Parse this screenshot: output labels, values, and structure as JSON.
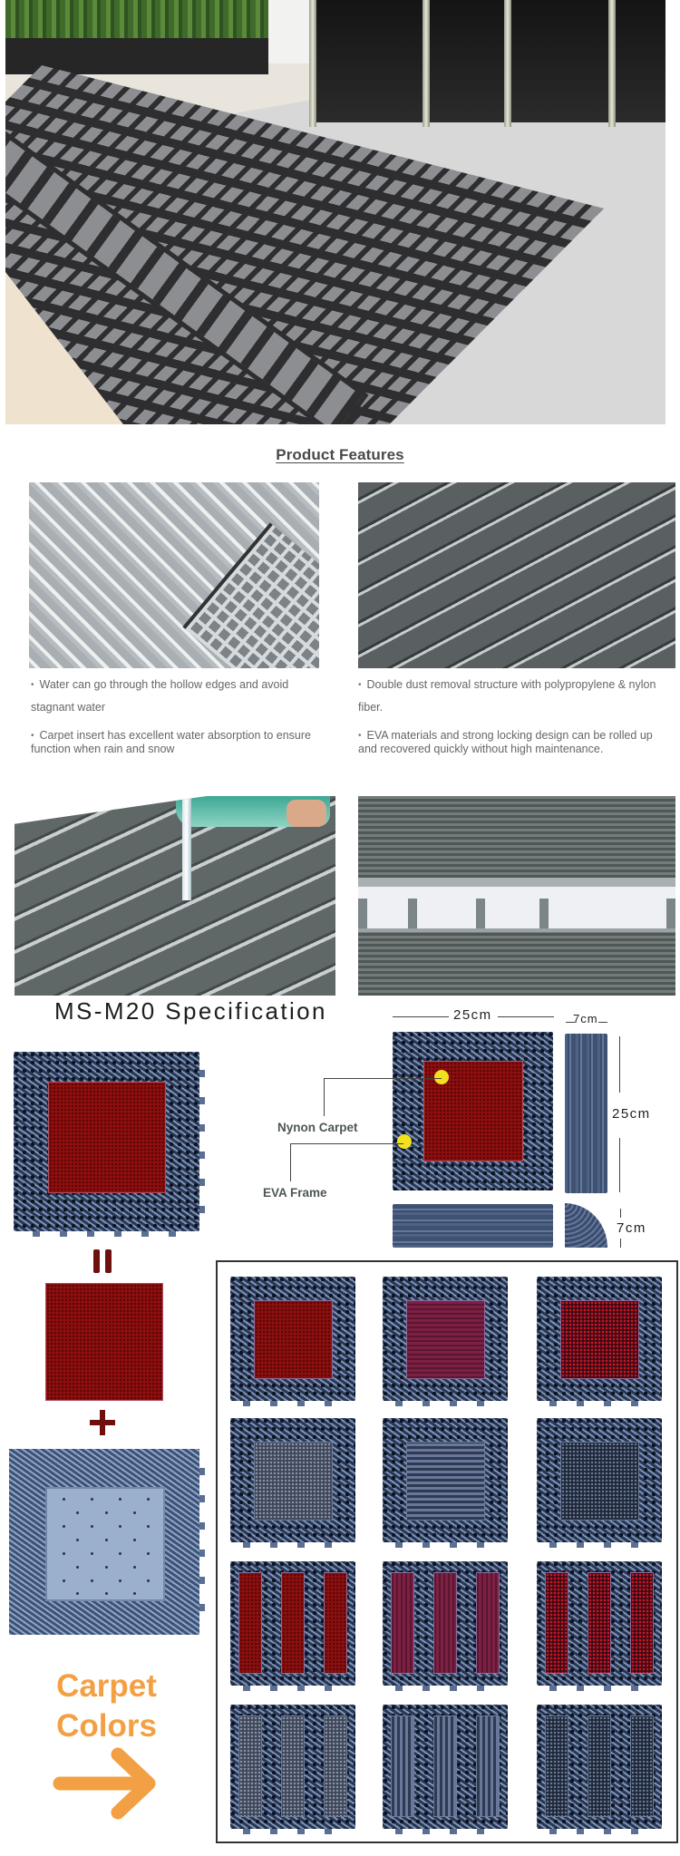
{
  "hero": {
    "image_alt": "Outdoor entrance steps covered with grey square-pattern interlocking floor mats in front of glass doors"
  },
  "features": {
    "title": "Product Features",
    "photos": [
      {
        "alt": "Underside of grey EVA grid frame with hollow diamond edges"
      },
      {
        "alt": "Close-up of grey carpet strips inserted in interlocking frame"
      },
      {
        "alt": "Water being poured onto grey carpet mat and draining through"
      },
      {
        "alt": "Close-up of locking joint between two carpet mat tiles"
      }
    ],
    "bullets": [
      {
        "text": "Water can go through the hollow edges and avoid stagnant water"
      },
      {
        "text": "Carpet insert has excellent water absorption to ensure function when rain and snow"
      },
      {
        "text": "Double dust removal structure with polypropylene & nylon fiber."
      },
      {
        "text": "EVA materials and strong locking design can be rolled up and recovered quickly without high maintenance."
      }
    ],
    "bullet_symbol": "•"
  },
  "specification": {
    "title": "MS-M20 Specification",
    "dimensions": {
      "tile_width": "25cm",
      "tile_height": "25cm",
      "edge_width": "7cm",
      "edge_depth": "7cm"
    },
    "callouts": {
      "carpet": "Nynon Carpet",
      "frame": "EVA Frame"
    },
    "callout_dot_color": "#f2e11c"
  },
  "composition": {
    "equals_symbol": "=",
    "plus_symbol": "+",
    "symbol_color": "#6e1010"
  },
  "carpet_colors": {
    "label_line1": "Carpet",
    "label_line2": "Colors",
    "accent_color": "#f3a044",
    "arrow_icon": "arrow-right",
    "rows": [
      {
        "layout": "square-insert",
        "swatches": [
          "red",
          "burgundy-ribbed",
          "red-speckled"
        ]
      },
      {
        "layout": "square-insert",
        "swatches": [
          "grey",
          "grey-ribbed",
          "dark-grey"
        ]
      },
      {
        "layout": "triple-strip",
        "swatches": [
          "red",
          "burgundy-ribbed",
          "red-speckled"
        ]
      },
      {
        "layout": "triple-strip",
        "swatches": [
          "grey",
          "grey-ribbed",
          "dark-grey"
        ]
      }
    ]
  }
}
